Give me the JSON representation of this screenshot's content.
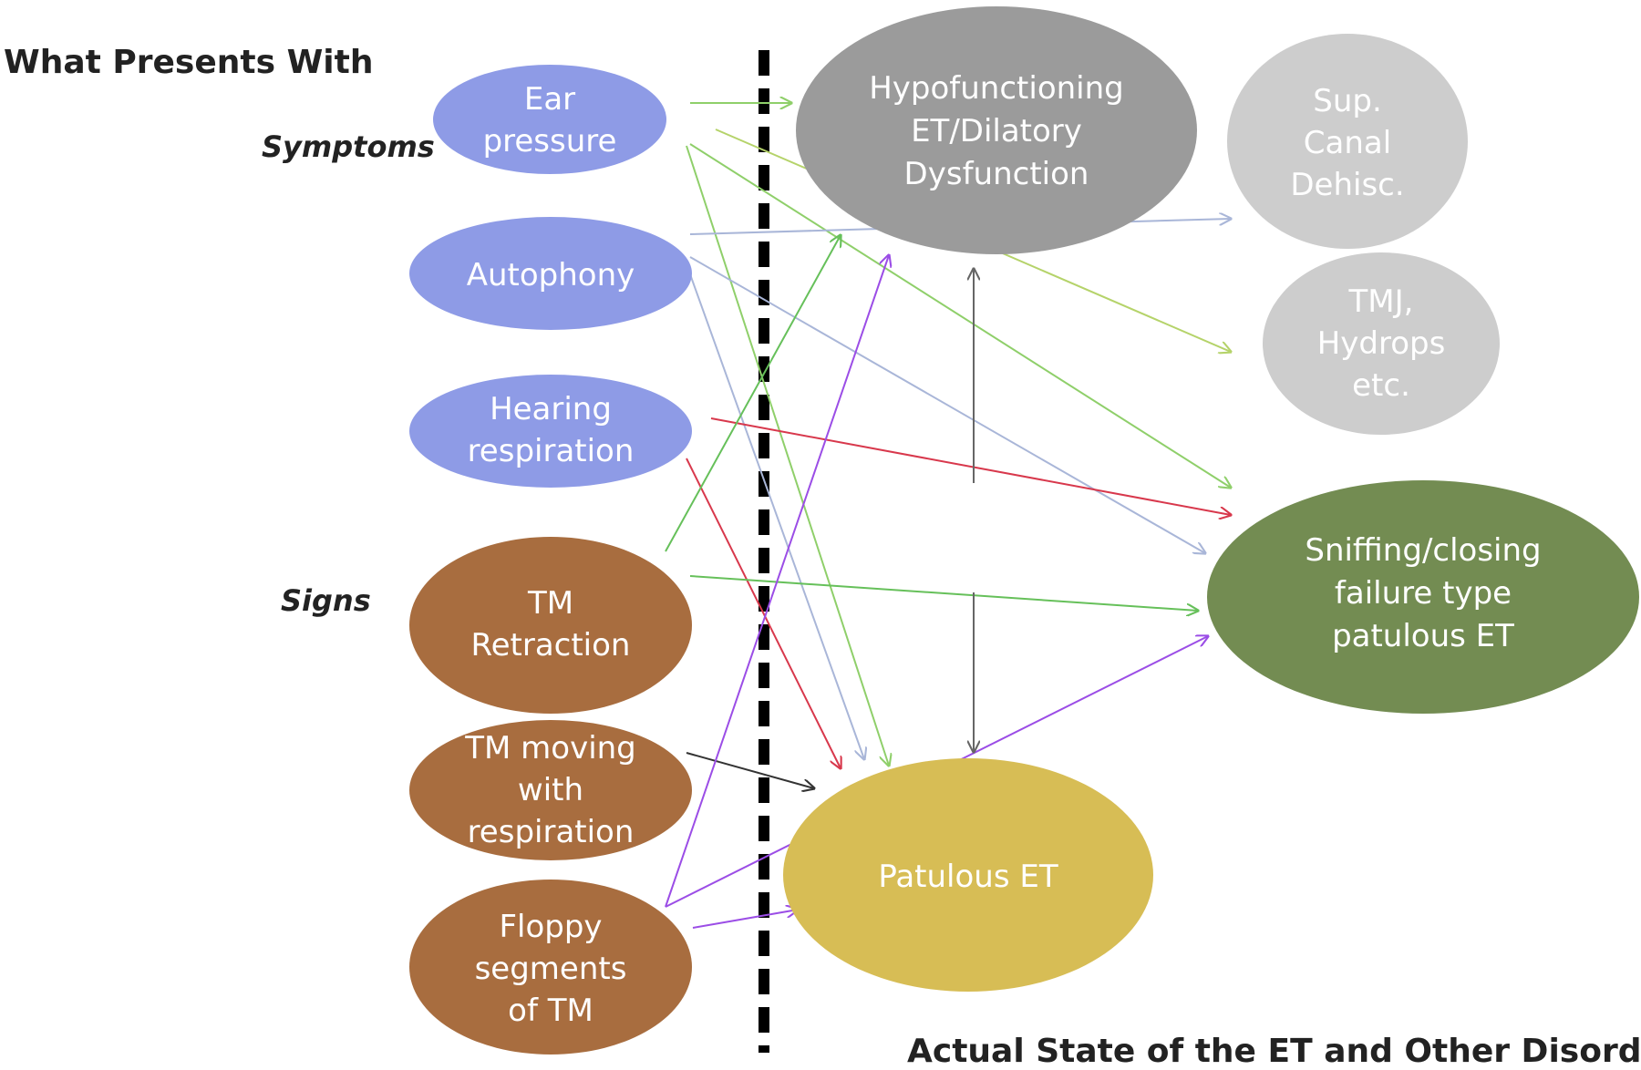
{
  "header": {
    "left_title": "What Presents With",
    "symptoms_label": "Symptoms",
    "signs_label": "Signs",
    "bottom_title": "Actual State of the ET and Other Disorders"
  },
  "symptoms": [
    {
      "id": "ear-pressure",
      "lines": [
        "Ear",
        "pressure"
      ]
    },
    {
      "id": "autophony",
      "lines": [
        "Autophony"
      ]
    },
    {
      "id": "hearing-respiration",
      "lines": [
        "Hearing",
        "respiration"
      ]
    }
  ],
  "signs": [
    {
      "id": "tm-retraction",
      "lines": [
        "TM",
        "Retraction"
      ]
    },
    {
      "id": "tm-moving",
      "lines": [
        "TM moving",
        "with",
        "respiration"
      ]
    },
    {
      "id": "floppy-segments",
      "lines": [
        "Floppy",
        "segments",
        "of TM"
      ]
    }
  ],
  "states": [
    {
      "id": "hypofunctioning",
      "lines": [
        "Hypofunctioning",
        "ET/Dilatory",
        "Dysfunction"
      ]
    },
    {
      "id": "patulous",
      "lines": [
        "Patulous ET"
      ]
    },
    {
      "id": "sniffing",
      "lines": [
        "Sniffing/closing",
        "failure type",
        "patulous ET"
      ]
    },
    {
      "id": "sup-canal",
      "lines": [
        "Sup.",
        "Canal",
        "Dehisc."
      ]
    },
    {
      "id": "tmj",
      "lines": [
        "TMJ,",
        "Hydrops",
        "etc."
      ]
    }
  ],
  "colors": {
    "symptom": "#8e9be6",
    "sign": "#a86d3f",
    "hypofunctioning": "#9b9b9b",
    "patulous": "#d7bd55",
    "sniffing": "#738c52",
    "other": "#cdcdcd",
    "green_arrow": "#8fcf6a",
    "blue_arrow": "#a9b6d8",
    "red_arrow": "#d8384c",
    "purple_arrow": "#9b4de6",
    "dark_arrow": "#555555"
  }
}
